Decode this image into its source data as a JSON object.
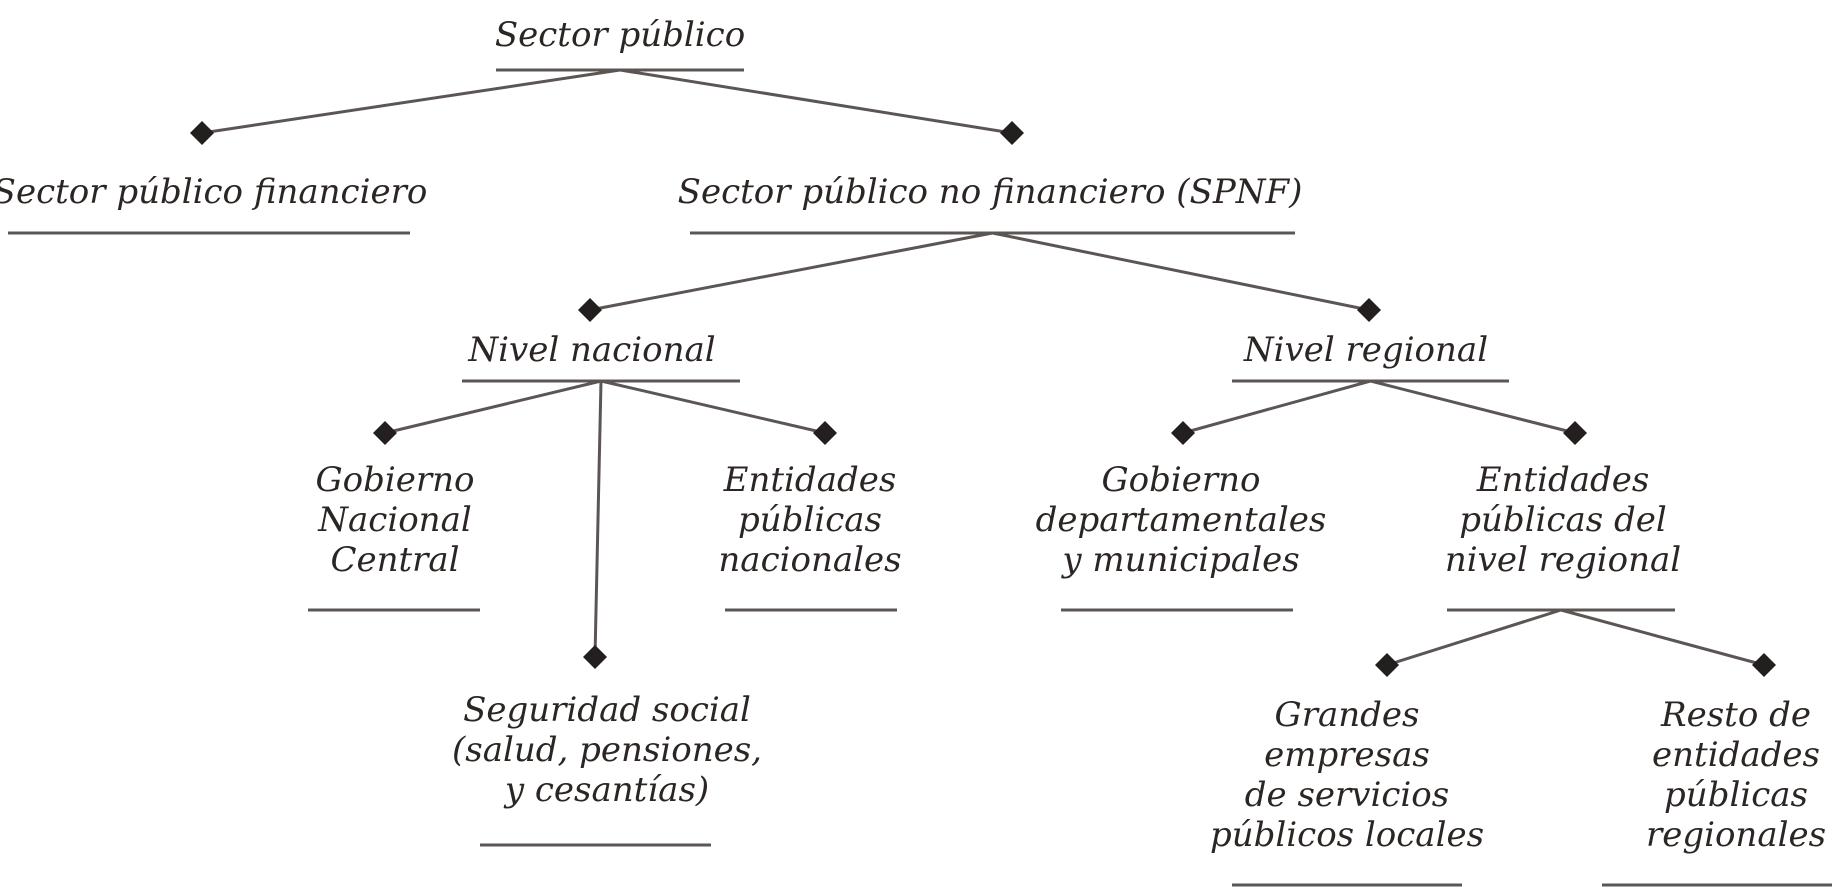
{
  "colors": {
    "line": "#5b5654",
    "diamond": "#231f1e",
    "text": "#2b2623"
  },
  "nodes": [
    {
      "id": "sector-publico",
      "lines": [
        "Sector público"
      ]
    },
    {
      "id": "sector-publico-financiero",
      "lines": [
        "Sector público financiero"
      ]
    },
    {
      "id": "sector-publico-no-financiero",
      "lines": [
        "Sector público no financiero (SPNF)"
      ]
    },
    {
      "id": "nivel-nacional",
      "lines": [
        "Nivel nacional"
      ]
    },
    {
      "id": "nivel-regional",
      "lines": [
        "Nivel regional"
      ]
    },
    {
      "id": "gobierno-nacional-central",
      "lines": [
        "Gobierno",
        "Nacional",
        "Central"
      ]
    },
    {
      "id": "seguridad-social",
      "lines": [
        "Seguridad social",
        "(salud, pensiones,",
        "y cesantías)"
      ]
    },
    {
      "id": "entidades-publicas-nacionales",
      "lines": [
        "Entidades",
        "públicas",
        "nacionales"
      ]
    },
    {
      "id": "gobierno-departamentales-municipales",
      "lines": [
        "Gobierno",
        "departamentales",
        "y municipales"
      ]
    },
    {
      "id": "entidades-publicas-nivel-regional",
      "lines": [
        "Entidades",
        "públicas del",
        "nivel regional"
      ]
    },
    {
      "id": "grandes-empresas-servicios",
      "lines": [
        "Grandes",
        "empresas",
        "de servicios",
        "públicos locales"
      ]
    },
    {
      "id": "resto-entidades-regionales",
      "lines": [
        "Resto de",
        "entidades",
        "públicas",
        "regionales"
      ]
    }
  ],
  "edges": [
    [
      "sector-publico",
      "sector-publico-financiero"
    ],
    [
      "sector-publico",
      "sector-publico-no-financiero"
    ],
    [
      "sector-publico-no-financiero",
      "nivel-nacional"
    ],
    [
      "sector-publico-no-financiero",
      "nivel-regional"
    ],
    [
      "nivel-nacional",
      "gobierno-nacional-central"
    ],
    [
      "nivel-nacional",
      "seguridad-social"
    ],
    [
      "nivel-nacional",
      "entidades-publicas-nacionales"
    ],
    [
      "nivel-regional",
      "gobierno-departamentales-municipales"
    ],
    [
      "nivel-regional",
      "entidades-publicas-nivel-regional"
    ],
    [
      "entidades-publicas-nivel-regional",
      "grandes-empresas-servicios"
    ],
    [
      "entidades-publicas-nivel-regional",
      "resto-entidades-regionales"
    ]
  ]
}
